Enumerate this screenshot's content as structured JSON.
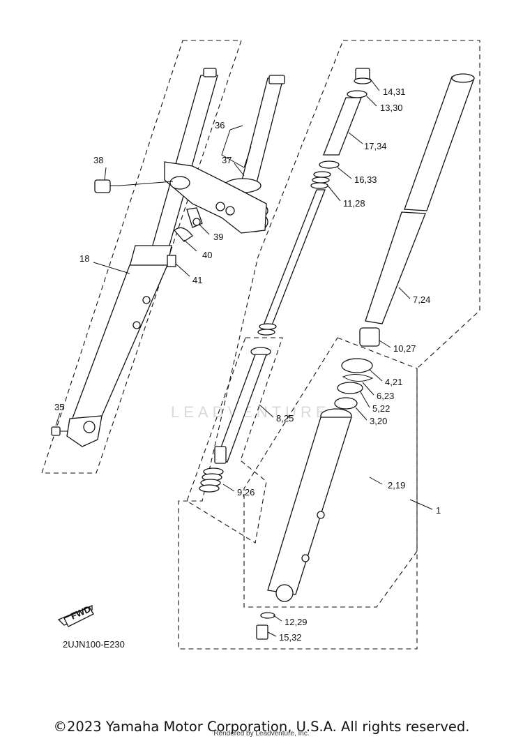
{
  "diagram_code": "2UJN100-E230",
  "fwd_label": "FWD",
  "watermark": "LEADVENTURE",
  "labels": {
    "l1": "1",
    "l2_19": "2,19",
    "l3_20": "3,20",
    "l4_21": "4,21",
    "l5_22": "5,22",
    "l6_23": "6,23",
    "l7_24": "7,24",
    "l8_25": "8,25",
    "l9_26": "9,26",
    "l10_27": "10,27",
    "l11_28": "11,28",
    "l12_29": "12,29",
    "l13_30": "13,30",
    "l14_31": "14,31",
    "l15_32": "15,32",
    "l16_33": "16,33",
    "l17_34": "17,34",
    "l18": "18",
    "l35": "35",
    "l36": "36",
    "l37": "37",
    "l38": "38",
    "l39": "39",
    "l40": "40",
    "l41": "41"
  },
  "footer": {
    "copyright": "©2023 Yamaha Motor Corporation, U.S.A. All rights reserved.",
    "rendered_by": "Rendered by Leadventure, Inc."
  }
}
